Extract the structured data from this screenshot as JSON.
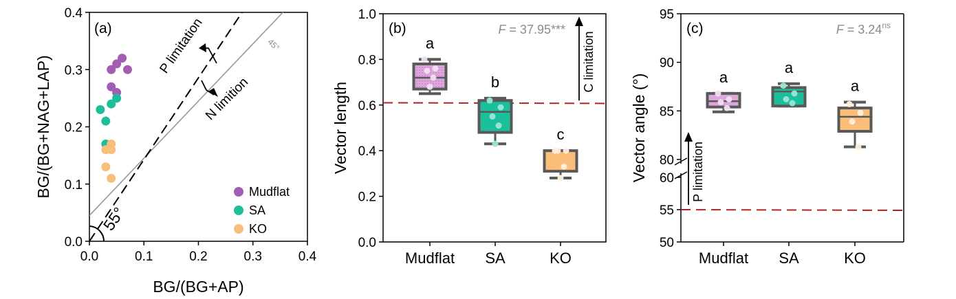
{
  "colors": {
    "mudflat": "#a35db3",
    "sa": "#1dbf9b",
    "ko": "#f7be7c",
    "mudflat_box": "#dda6dd",
    "sa_box": "#1cbf9c",
    "ko_box": "#fbbe79",
    "box_edge": "#595959",
    "threshold": "#b22222",
    "stat_text": "#8c8c8c",
    "ref_line": "#999999"
  },
  "panels": {
    "a": {
      "label": "(a)",
      "annotations": {
        "p_limitation": "P limitation",
        "n_limitation": "N limition",
        "line45": "45°",
        "angle55": "55°"
      }
    },
    "b": {
      "label": "(b)",
      "stat_prefix": "F",
      "stat_value": " = 37.95***",
      "arrow_label": "C limitation"
    },
    "c": {
      "label": "(c)",
      "stat_prefix": "F",
      "stat_value": " = 3.24",
      "stat_sup": "ns",
      "arrow_label": "P limitation"
    }
  },
  "chart_data": [
    {
      "type": "scatter",
      "xlabel": "BG/(BG+AP)",
      "ylabel": "BG/(BG+NAG+LAP)",
      "xlim": [
        0,
        0.4
      ],
      "ylim": [
        0,
        0.4
      ],
      "xticks": [
        "0.0",
        "0.1",
        "0.2",
        "0.3",
        "0.4"
      ],
      "yticks": [
        "0.0",
        "0.1",
        "0.2",
        "0.3",
        "0.4"
      ],
      "legend_position": "bottom-right",
      "series": [
        {
          "name": "Mudflat",
          "color": "#a35db3",
          "points": [
            [
              0.06,
              0.32
            ],
            [
              0.07,
              0.3
            ],
            [
              0.04,
              0.3
            ],
            [
              0.05,
              0.31
            ],
            [
              0.04,
              0.27
            ],
            [
              0.05,
              0.26
            ]
          ]
        },
        {
          "name": "SA",
          "color": "#1dbf9b",
          "points": [
            [
              0.02,
              0.23
            ],
            [
              0.03,
              0.21
            ],
            [
              0.04,
              0.24
            ],
            [
              0.05,
              0.25
            ],
            [
              0.03,
              0.17
            ]
          ]
        },
        {
          "name": "KO",
          "color": "#f7be7c",
          "points": [
            [
              0.04,
              0.17
            ],
            [
              0.03,
              0.16
            ],
            [
              0.04,
              0.16
            ],
            [
              0.03,
              0.13
            ],
            [
              0.04,
              0.11
            ]
          ]
        }
      ],
      "reference_lines": [
        {
          "label": "45°",
          "intercept": 0.045,
          "slope": 1.0
        },
        {
          "label": "55°",
          "intercept": 0.0,
          "slope": 1.428
        }
      ]
    },
    {
      "type": "box",
      "ylabel": "Vector length",
      "ylim": [
        0,
        1.0
      ],
      "yticks": [
        "0.0",
        "0.2",
        "0.4",
        "0.6",
        "0.8",
        "1.0"
      ],
      "categories": [
        "Mudflat",
        "SA",
        "KO"
      ],
      "threshold": 0.61,
      "boxes": [
        {
          "category": "Mudflat",
          "letter": "a",
          "min": 0.65,
          "q1": 0.67,
          "median": 0.72,
          "q3": 0.78,
          "max": 0.8,
          "points": [
            0.8,
            0.76,
            0.75,
            0.72,
            0.68
          ]
        },
        {
          "category": "SA",
          "letter": "b",
          "min": 0.43,
          "q1": 0.48,
          "median": 0.57,
          "q3": 0.62,
          "max": 0.63,
          "points": [
            0.62,
            0.59,
            0.55,
            0.51,
            0.43
          ]
        },
        {
          "category": "KO",
          "letter": "c",
          "min": 0.28,
          "q1": 0.31,
          "median": 0.31,
          "q3": 0.4,
          "max": 0.4,
          "points": [
            0.4,
            0.4,
            0.4,
            0.33,
            0.28
          ]
        }
      ]
    },
    {
      "type": "box",
      "ylabel": "Vector angle (°)",
      "broken_axis": true,
      "ylim_lower": [
        50,
        60
      ],
      "ylim_upper": [
        80,
        95
      ],
      "yticks": [
        "50",
        "55",
        "60",
        "80",
        "85",
        "90",
        "95"
      ],
      "categories": [
        "Mudflat",
        "SA",
        "KO"
      ],
      "threshold": 55,
      "boxes": [
        {
          "category": "Mudflat",
          "letter": "a",
          "min": 84.9,
          "q1": 85.4,
          "median": 86.0,
          "q3": 86.8,
          "max": 86.8,
          "points": [
            86.8,
            86.2,
            85.9,
            85.3
          ]
        },
        {
          "category": "SA",
          "letter": "a",
          "min": 85.5,
          "q1": 85.5,
          "median": 87.0,
          "q3": 87.4,
          "max": 87.8,
          "points": [
            87.6,
            86.8,
            86.2,
            85.8
          ]
        },
        {
          "category": "KO",
          "letter": "a",
          "min": 81.3,
          "q1": 82.9,
          "median": 84.4,
          "q3": 85.3,
          "max": 85.9,
          "points": [
            85.7,
            84.8,
            83.9,
            81.3
          ]
        }
      ]
    }
  ]
}
